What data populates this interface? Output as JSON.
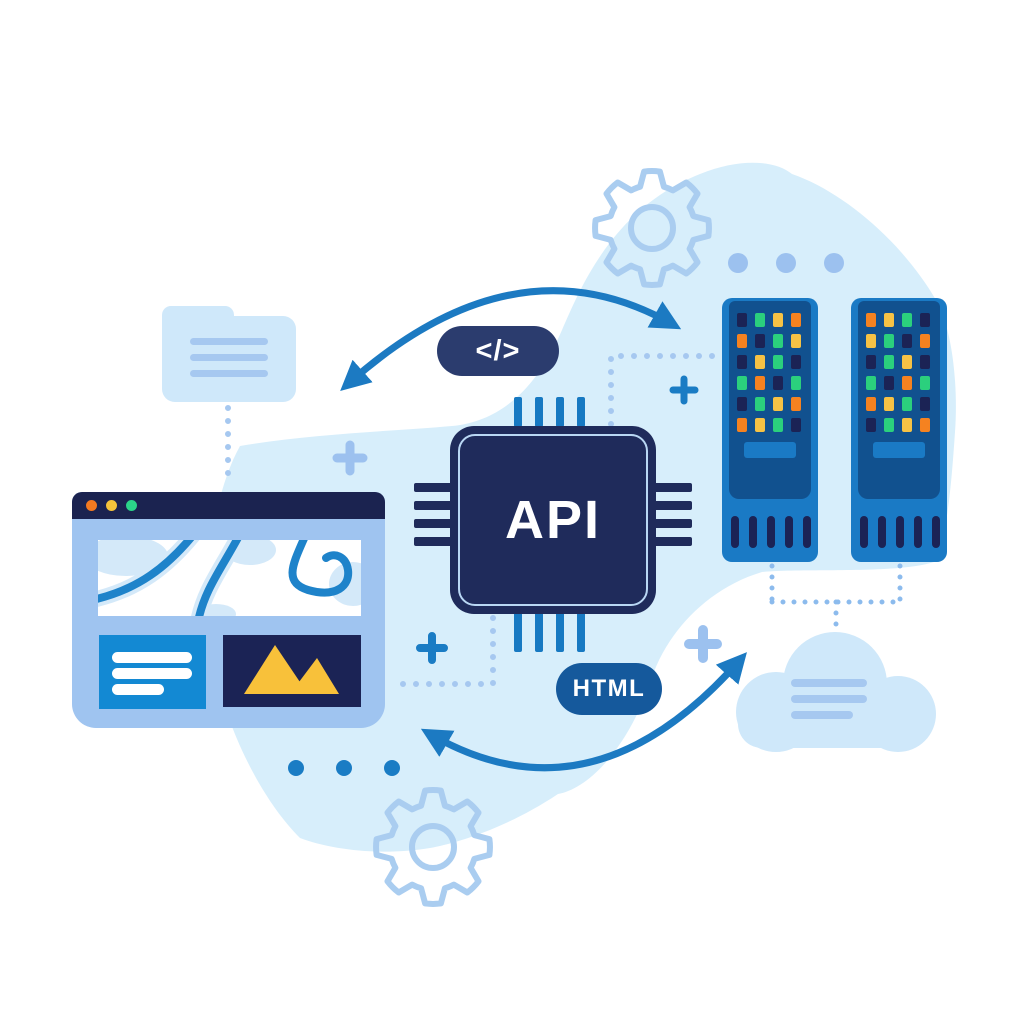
{
  "chip": {
    "label": "API"
  },
  "badges": {
    "code": "</>",
    "html": "HTML"
  },
  "browser": {
    "traffic_lights": [
      "orange",
      "yellow",
      "green"
    ],
    "text_card_lines": 3,
    "map_panel": "map",
    "image_card": "mountains"
  },
  "folder": {
    "lines": 3
  },
  "cloud": {
    "lines": 3
  },
  "servers": {
    "units": [
      {
        "grid": [
          [
            "navy",
            "green",
            "yellow",
            "orange"
          ],
          [
            "orange",
            "navy",
            "green",
            "yellow"
          ],
          [
            "navy",
            "yellow",
            "green",
            "navy"
          ],
          [
            "green",
            "orange",
            "navy",
            "green"
          ],
          [
            "navy",
            "green",
            "yellow",
            "orange"
          ],
          [
            "orange",
            "yellow",
            "green",
            "navy"
          ]
        ],
        "vents": 5
      },
      {
        "grid": [
          [
            "orange",
            "yellow",
            "green",
            "navy"
          ],
          [
            "yellow",
            "green",
            "navy",
            "orange"
          ],
          [
            "navy",
            "green",
            "yellow",
            "navy"
          ],
          [
            "green",
            "navy",
            "orange",
            "green"
          ],
          [
            "orange",
            "yellow",
            "green",
            "navy"
          ],
          [
            "navy",
            "green",
            "yellow",
            "orange"
          ]
        ],
        "vents": 5
      }
    ]
  },
  "decorations": {
    "gears": 2,
    "plus_marks": 4,
    "dots_above_servers": 3,
    "dots_below_browser": 3,
    "arrows": 2
  },
  "palette": {
    "blob-blue": "#d7eefb",
    "cloud-blue": "#cfe8fa",
    "periwinkle": "#a6c8f0",
    "gear-stroke": "#aacdf0",
    "window-blue": "#9fc4f0",
    "navy": "#1b2355",
    "dark-navy": "#1b2350",
    "chip-navy": "#1f2b5b",
    "code-badge": "#2b3c6e",
    "html-badge": "#15599c",
    "server-blue": "#1a7ac5",
    "server-panel": "#11518f",
    "accent-blue": "#1779c2",
    "card-blue": "#1389d3",
    "arrow-blue": "#1c7ac2",
    "dotted-light": "#a6c8f0",
    "dotted-mid": "#8cbbed",
    "led-navy": "#1b2355",
    "led-green": "#2bd07d",
    "led-yellow": "#f6c245",
    "led-orange": "#f58220",
    "traffic-orange": "#f47a20",
    "traffic-yellow": "#f5c33b",
    "traffic-green": "#2bd489",
    "map-road": "#1e83ca",
    "map-patch": "#d4e9f9",
    "mountain-yellow": "#f8c13a",
    "white": "#ffffff"
  }
}
